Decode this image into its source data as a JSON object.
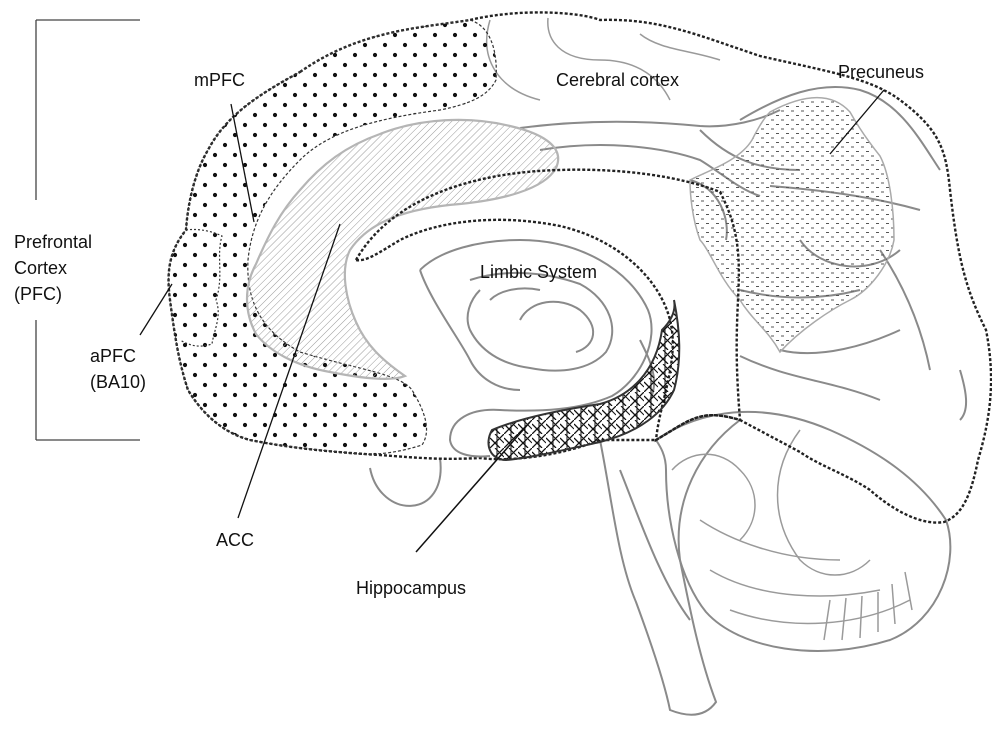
{
  "labels": {
    "pfc_line1": "Prefrontal",
    "pfc_line2": "Cortex",
    "pfc_line3": "(PFC)",
    "mpfc": "mPFC",
    "apfc_line1": "aPFC",
    "apfc_line2": "(BA10)",
    "acc": "ACC",
    "cerebral_cortex": "Cerebral cortex",
    "precuneus": "Precuneus",
    "limbic_system": "Limbic System",
    "hippocampus": "Hippocampus"
  },
  "colors": {
    "background": "#ffffff",
    "outline": "#222222",
    "sulci": "#8a8a8a",
    "text": "#111111"
  }
}
